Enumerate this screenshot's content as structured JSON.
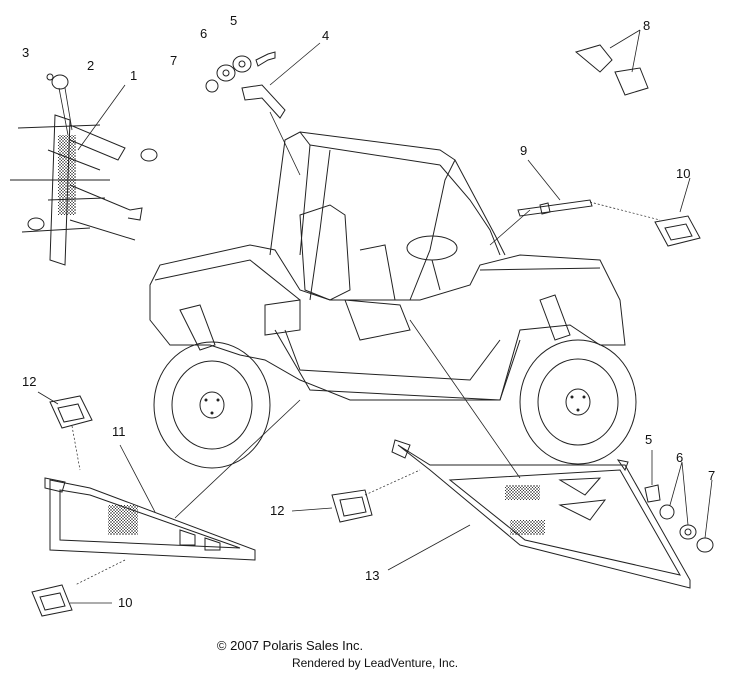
{
  "callouts": [
    "1",
    "2",
    "3",
    "4",
    "5",
    "6",
    "7",
    "8",
    "9",
    "10",
    "11",
    "12",
    "13"
  ],
  "footer": {
    "copyright": "© 2007 Polaris Sales Inc.",
    "rendered": "Rendered by LeadVenture, Inc."
  }
}
